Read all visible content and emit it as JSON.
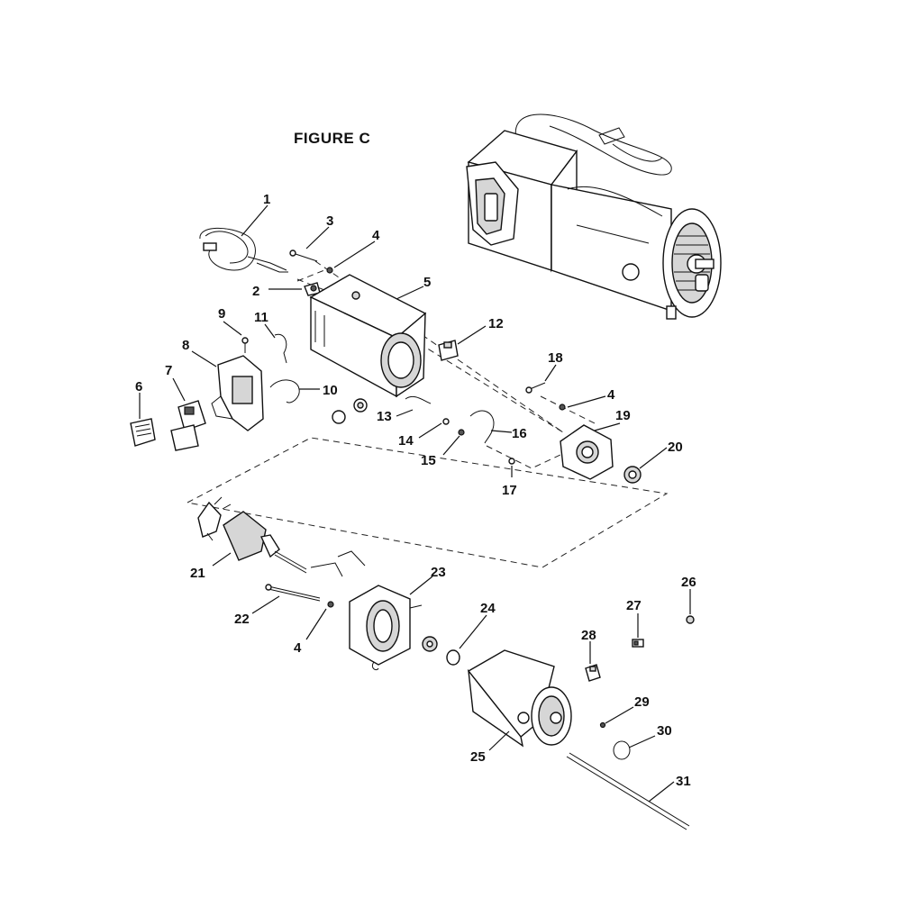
{
  "figure": {
    "title": "FIGURE C"
  },
  "callouts": [
    {
      "n": "1"
    },
    {
      "n": "2"
    },
    {
      "n": "3"
    },
    {
      "n": "4"
    },
    {
      "n": "5"
    },
    {
      "n": "6"
    },
    {
      "n": "7"
    },
    {
      "n": "8"
    },
    {
      "n": "9"
    },
    {
      "n": "10"
    },
    {
      "n": "11"
    },
    {
      "n": "12"
    },
    {
      "n": "13"
    },
    {
      "n": "14"
    },
    {
      "n": "15"
    },
    {
      "n": "16"
    },
    {
      "n": "17"
    },
    {
      "n": "18"
    },
    {
      "n": "4"
    },
    {
      "n": "19"
    },
    {
      "n": "20"
    },
    {
      "n": "21"
    },
    {
      "n": "22"
    },
    {
      "n": "4"
    },
    {
      "n": "23"
    },
    {
      "n": "24"
    },
    {
      "n": "25"
    },
    {
      "n": "26"
    },
    {
      "n": "27"
    },
    {
      "n": "28"
    },
    {
      "n": "29"
    },
    {
      "n": "30"
    },
    {
      "n": "31"
    }
  ]
}
